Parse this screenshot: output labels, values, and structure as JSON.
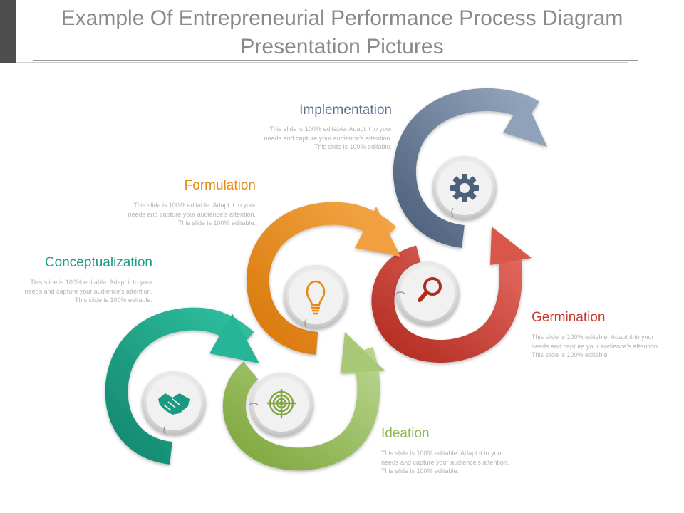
{
  "title": "Example Of Entrepreneurial Performance Process Diagram Presentation Pictures",
  "steps": [
    {
      "name": "Conceptualization",
      "description": "This slide is 100% editable. Adapt it to your needs and capture your audience's attention. This slide is 100% editable.",
      "color": "#1a9a82",
      "icon": "handshake-icon"
    },
    {
      "name": "Ideation",
      "description": "This slide is 100% editable. Adapt it to your needs and capture your audience's attention. This slide is 100% editable.",
      "color": "#8fb852",
      "icon": "target-icon"
    },
    {
      "name": "Formulation",
      "description": "This slide is 100% editable. Adapt it to your needs and capture your audience's attention. This slide is 100% editable.",
      "color": "#e58a12",
      "icon": "lightbulb-icon"
    },
    {
      "name": "Germination",
      "description": "This slide is 100% editable. Adapt it to your needs and capture your audience's attention. This slide is 100% editable.",
      "color": "#c6392f",
      "icon": "magnifier-icon"
    },
    {
      "name": "Implementation",
      "description": "This slide is 100% editable. Adapt it to your needs and capture your audience's attention. This slide is 100% editable.",
      "color": "#5a7190",
      "icon": "gear-icon"
    }
  ]
}
